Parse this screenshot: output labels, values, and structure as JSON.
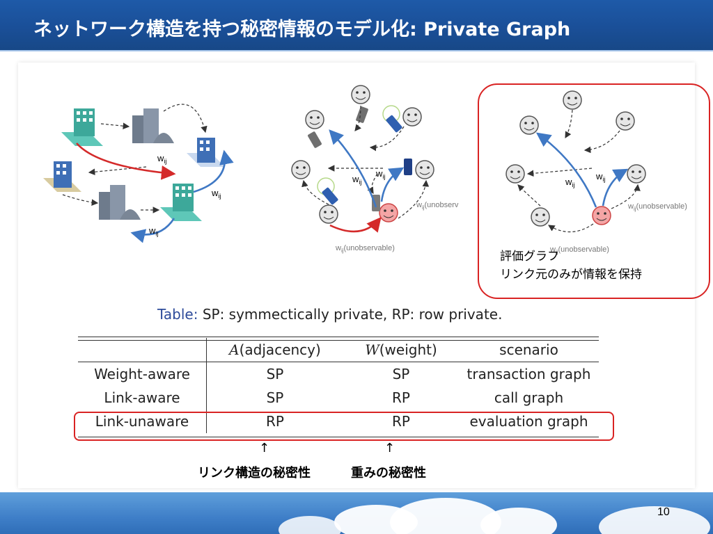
{
  "header": {
    "title": "ネットワーク構造を持つ秘密情報のモデル化: Private Graph"
  },
  "diagram1": {
    "w_labels": [
      "w",
      "w",
      "w"
    ],
    "sub": "ij"
  },
  "diagram2": {
    "w_labels": [
      "w",
      "w"
    ],
    "sub": "ij",
    "unobs_right": "(unobserv",
    "unobs_bottom": "(unobservable)"
  },
  "diagram3": {
    "w_labels": [
      "w",
      "w"
    ],
    "sub": "ij",
    "unobs_right": "(unobservable)",
    "unobs_bottom": "(unobservable)"
  },
  "eval_box": {
    "line1": "評価グラフ",
    "line2": "リンク元のみが情報を保持"
  },
  "table": {
    "caption_label": "Table:",
    "caption_text": " SP: symmectically private, RP: row private.",
    "headers": [
      "",
      "A(adjacency)",
      "W(weight)",
      "scenario"
    ],
    "rows": [
      [
        "Weight-aware",
        "SP",
        "SP",
        "transaction graph"
      ],
      [
        "Link-aware",
        "SP",
        "RP",
        "call graph"
      ],
      [
        "Link-unaware",
        "RP",
        "RP",
        "evaluation graph"
      ]
    ]
  },
  "notes": {
    "arrow": "↑",
    "left": "リンク構造の秘密性",
    "right": "重みの秘密性"
  },
  "page_number": "10"
}
